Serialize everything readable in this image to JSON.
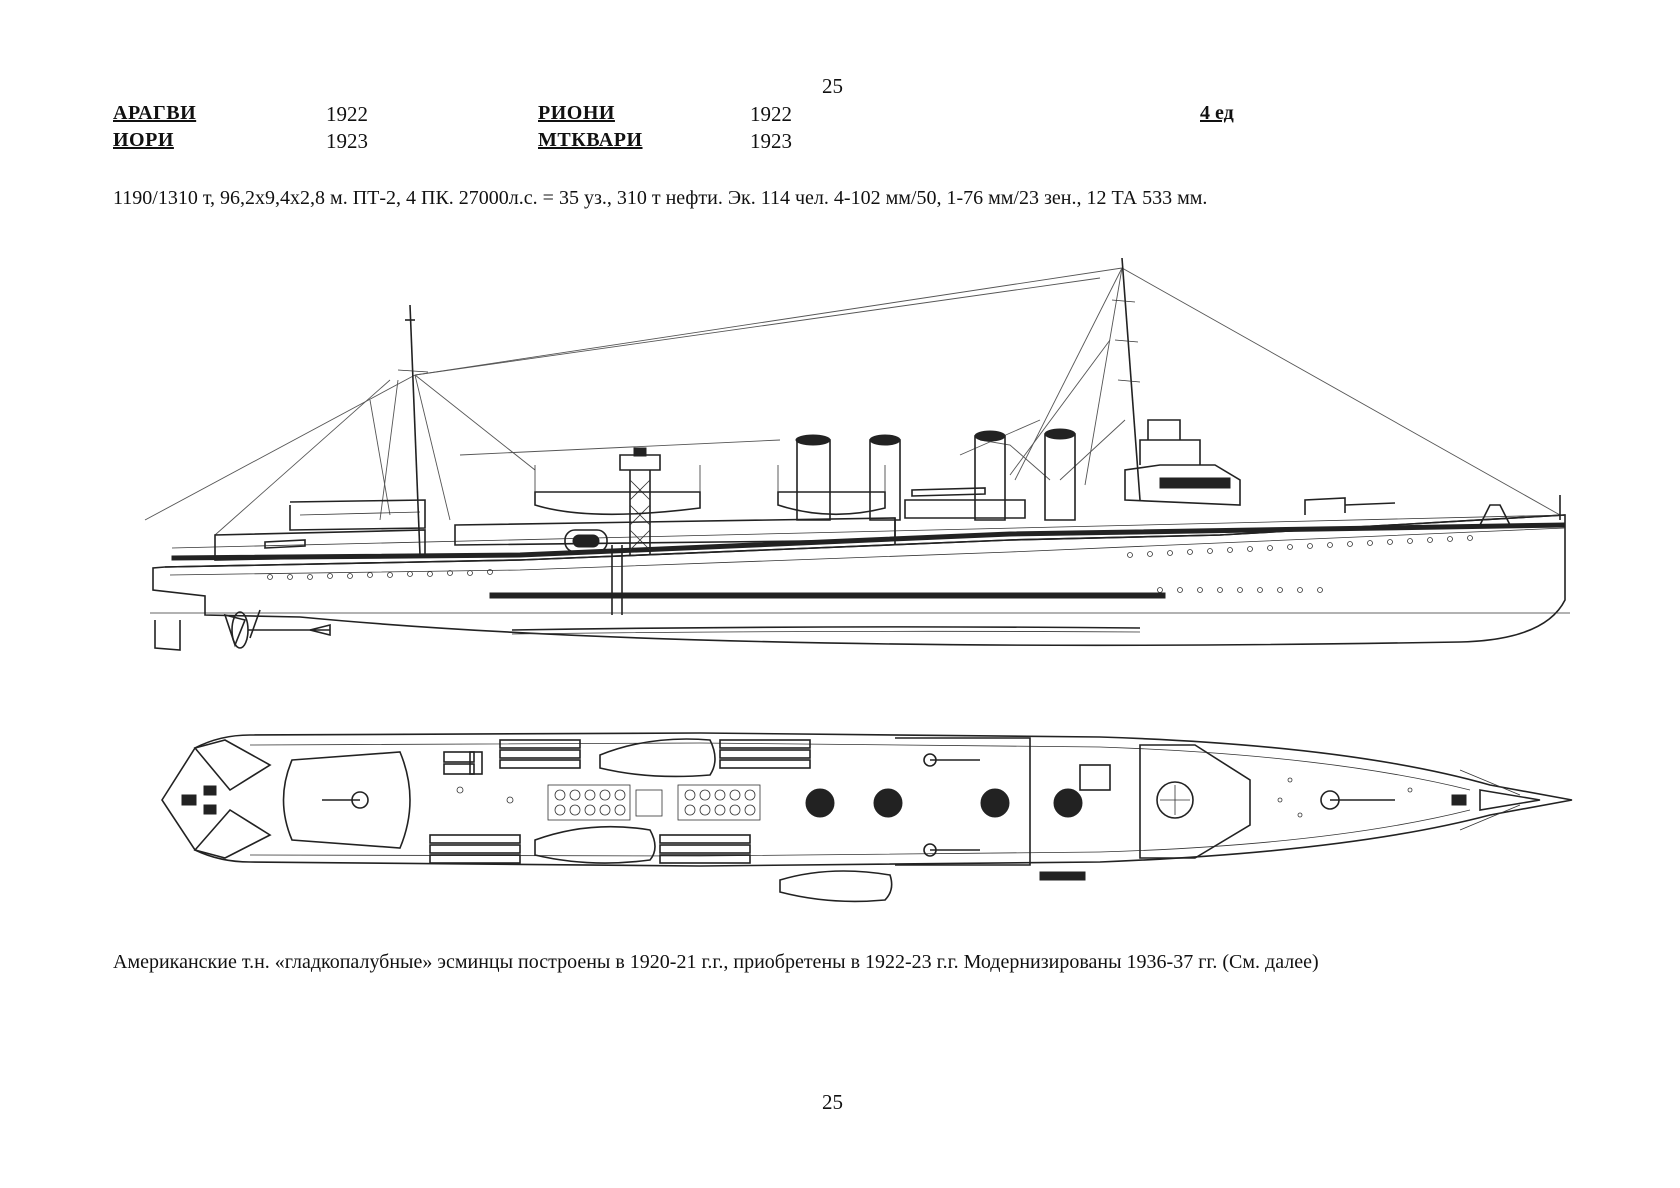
{
  "page": {
    "number_top": "25",
    "number_bottom": "25"
  },
  "ships": [
    {
      "name": "АРАГВИ",
      "year": "1922"
    },
    {
      "name": "ИОРИ",
      "year": "1923"
    },
    {
      "name": "РИОНИ",
      "year": "1922"
    },
    {
      "name": "МТКВАРИ",
      "year": "1923"
    }
  ],
  "unit_count": "4 ед",
  "specs": "1190/1310 т, 96,2х9,4х2,8 м. ПТ-2, 4 ПК. 27000л.с. = 35 уз., 310 т нефти. Эк. 114 чел. 4-102 мм/50, 1-76 мм/23 зен., 12 ТА 533 мм.",
  "caption": "Американские т.н. «гладкопалубные» эсминцы построены в 1920-21 г.г., приобретены в 1922-23 г.г. Модернизированы  1936-37 гг. (См. далее)"
}
